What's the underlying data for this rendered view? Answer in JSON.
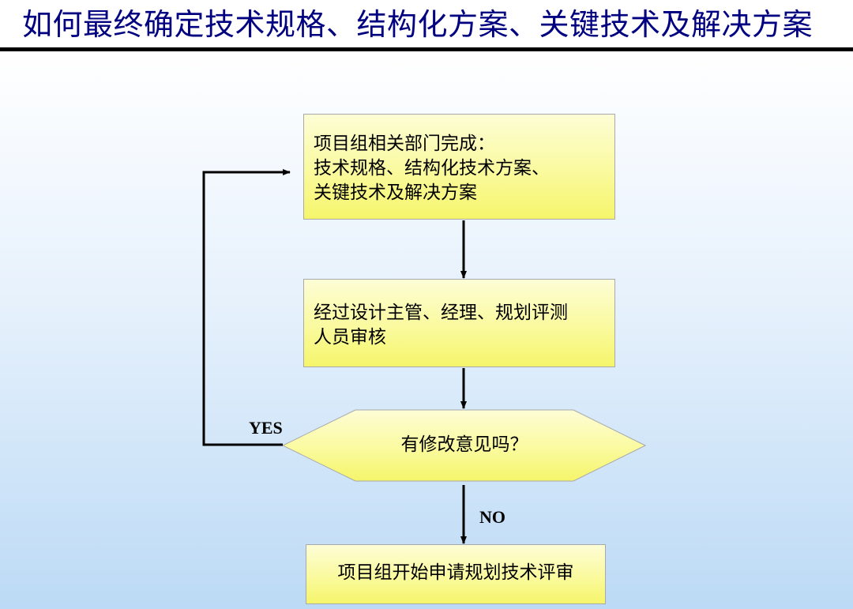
{
  "title": "如何最终确定技术规格、结构化方案、关键技术及解决方案",
  "nodes": {
    "step1": {
      "lines": [
        "项目组相关部门完成：",
        "技术规格、结构化技术方案、",
        "关键技术及解决方案"
      ]
    },
    "step2": {
      "lines": [
        "经过设计主管、经理、规划评测",
        "人员审核"
      ]
    },
    "decision": {
      "text": "有修改意见吗？"
    },
    "step3": {
      "text": "项目组开始申请规划技术评审"
    }
  },
  "edges": {
    "yes_label": "YES",
    "no_label": "NO"
  },
  "colors": {
    "title": "#000080",
    "box_fill_top": "#fdfdd6",
    "box_fill_bottom": "#f5f56b",
    "box_border": "#a9a9a9",
    "arrow": "#000000",
    "background_bottom": "#bcdaf5"
  }
}
